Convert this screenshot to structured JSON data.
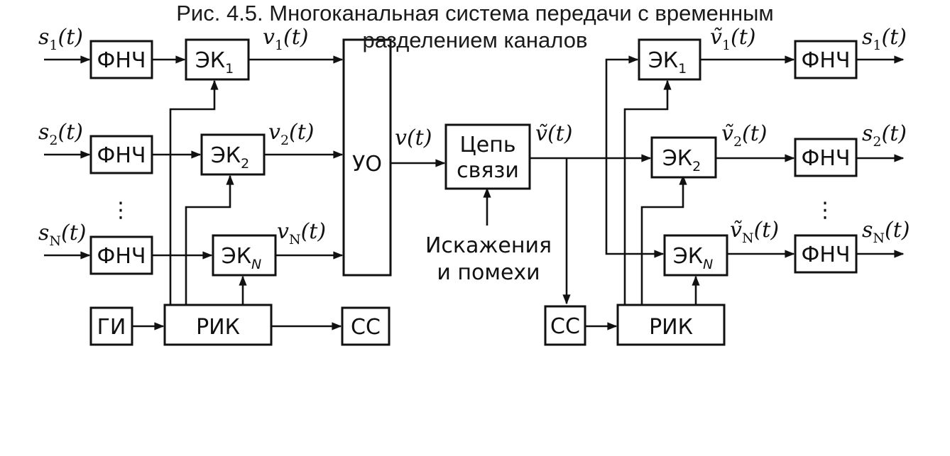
{
  "blocks": {
    "lpf": "ФНЧ",
    "ek": "ЭК",
    "ek_1_sub": "1",
    "ek_2_sub": "2",
    "ek_n_sub": "N",
    "uo": "УО",
    "channel_line1": "Цепь",
    "channel_line2": "связи",
    "gi": "ГИ",
    "rik": "РИК",
    "ss": "СС"
  },
  "signals": {
    "s": "s",
    "v": "v",
    "vt": "ṽ",
    "sub_1": "1",
    "sub_2": "2",
    "sub_n": "N",
    "arg": "(t)"
  },
  "noise_label": {
    "line1": "Искажения",
    "line2": "и помехи"
  },
  "ellipsis": "⋮",
  "caption": {
    "line1": "Рис. 4.5. Многоканальная система передачи с временным",
    "line2": "разделением каналов"
  }
}
